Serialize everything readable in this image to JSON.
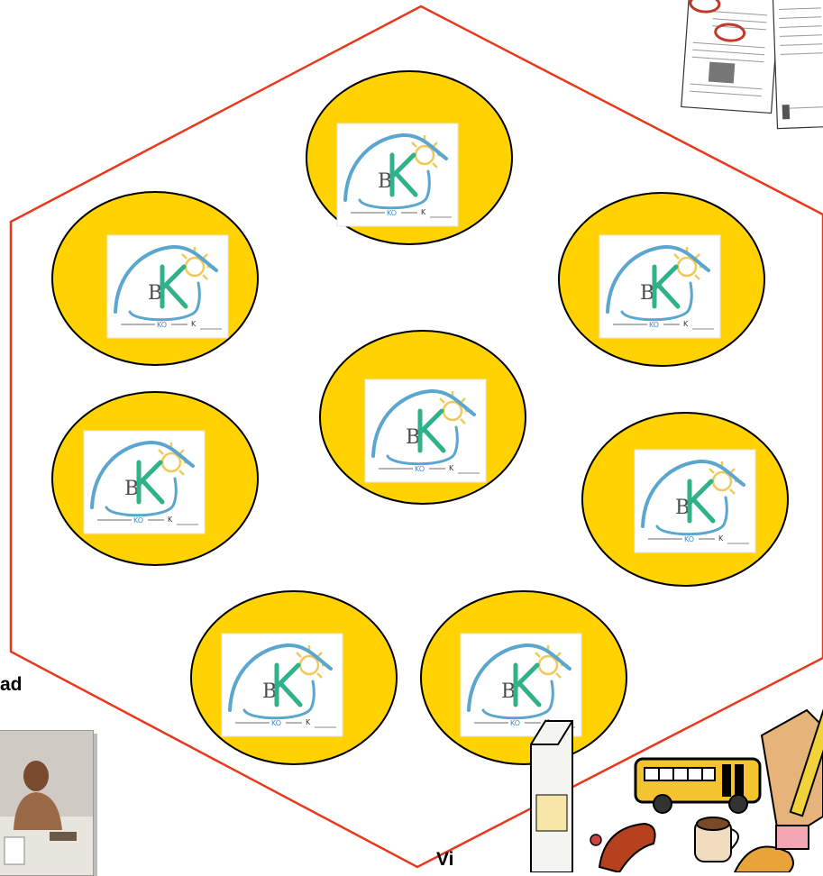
{
  "diagram": {
    "outline_color": "#e8391f",
    "circle_fill": "#ffd200",
    "logo_arch_color": "#5aa6cf",
    "logo_letter_color": "#2fb28a",
    "logo_sun_color": "#f1c85a",
    "logo_text": "BK",
    "nodes": [
      {
        "id": "top"
      },
      {
        "id": "upper-left"
      },
      {
        "id": "upper-right"
      },
      {
        "id": "center"
      },
      {
        "id": "middle-left"
      },
      {
        "id": "middle-right"
      },
      {
        "id": "bottom-left"
      },
      {
        "id": "bottom-right"
      }
    ]
  },
  "fragments": {
    "left_text": "ad",
    "bottom_text": "Vi"
  },
  "decorations": {
    "documents_icon": "document-stack-icon",
    "photo_icon": "person-photo-icon",
    "clipart_icons": [
      "milk-carton-icon",
      "school-bus-icon",
      "coffee-cup-icon",
      "croissant-icon",
      "sausage-icon",
      "ruler-pencil-icon"
    ]
  }
}
